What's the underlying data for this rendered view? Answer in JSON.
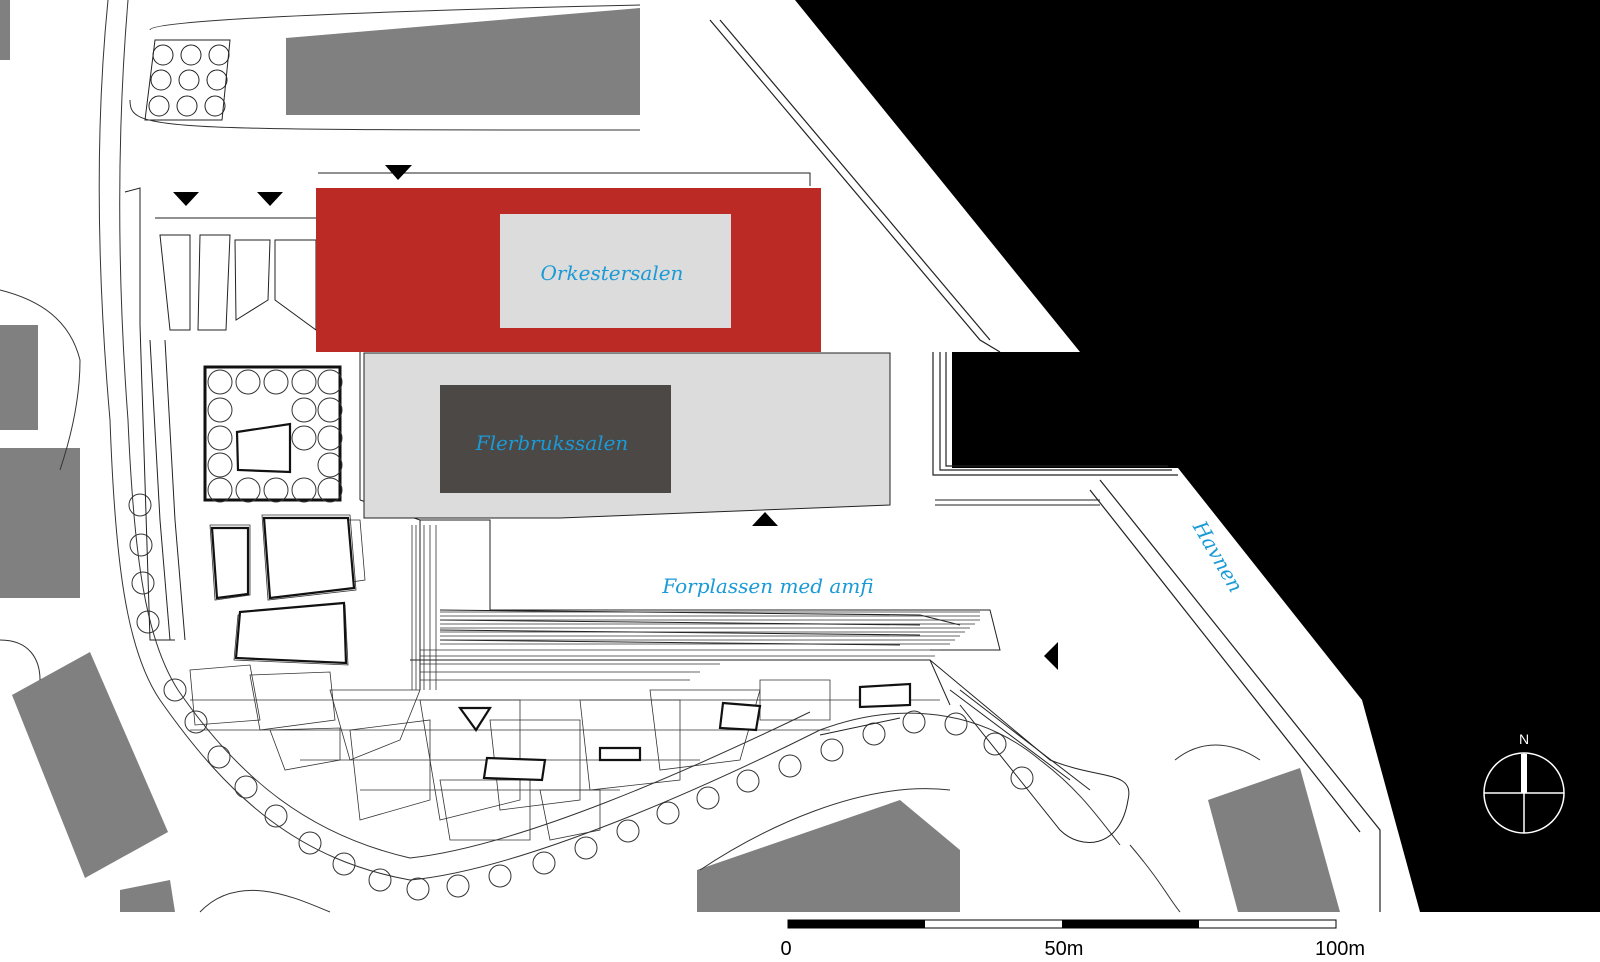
{
  "labels": {
    "orchestra_hall": "Orkestersalen",
    "multipurpose_hall": "Flerbrukssalen",
    "forecourt": "Forplassen med amfi",
    "harbour": "Havnen"
  },
  "compass": {
    "north": "N"
  },
  "scale_bar": {
    "tick_0": "0",
    "tick_mid": "50m",
    "tick_end": "100m"
  },
  "colors": {
    "water": "#000000",
    "orchestra_hall_roof": "#bb2a24",
    "hall_inner": "#dcdcdc",
    "multipurpose_roof": "#dcdcdc",
    "multipurpose_inner": "#4c4846",
    "buildings": "#808080",
    "label_text": "#1a9ad6",
    "linework": "#222222"
  }
}
